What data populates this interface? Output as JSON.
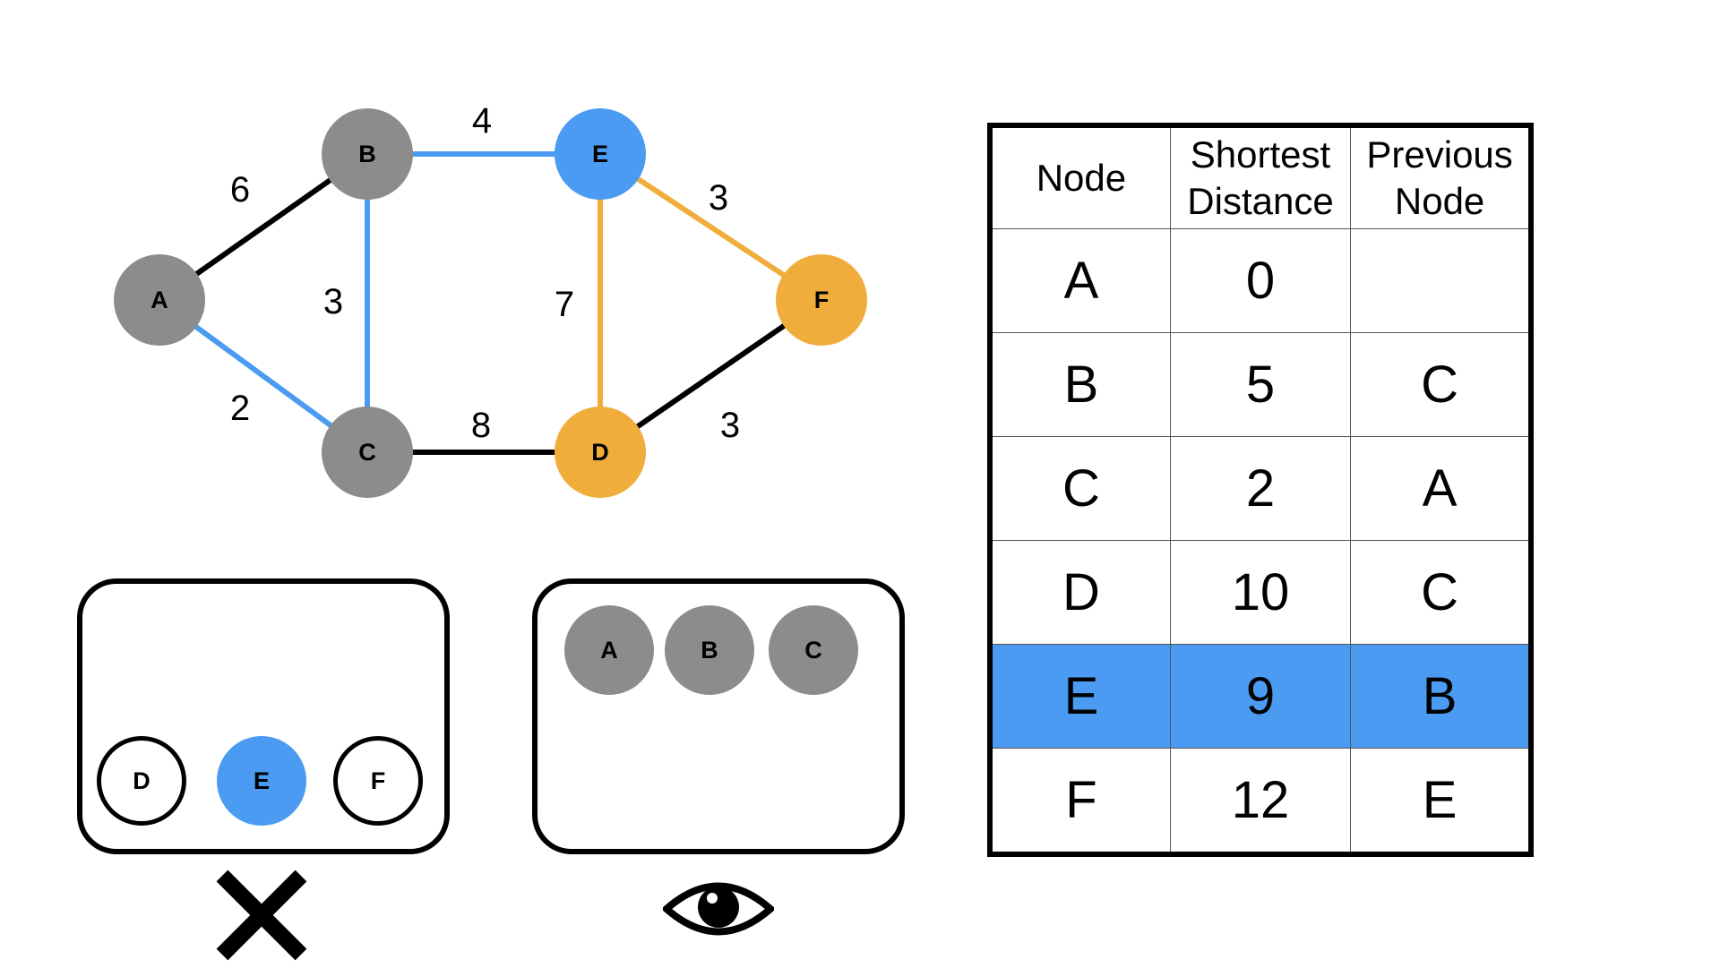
{
  "colors": {
    "visited": "#8c8c8c",
    "current": "#4a9bf1",
    "neighbor": "#f0ad3c",
    "unvisited": "#8c8c8c",
    "edge_default": "#000000",
    "edge_shortest_path": "#4a9bf1",
    "edge_current": "#f0ad3c"
  },
  "graph": {
    "nodes": [
      {
        "id": "A",
        "label": "A",
        "status": "visited"
      },
      {
        "id": "B",
        "label": "B",
        "status": "visited"
      },
      {
        "id": "C",
        "label": "C",
        "status": "visited"
      },
      {
        "id": "D",
        "label": "D",
        "status": "neighbor"
      },
      {
        "id": "E",
        "label": "E",
        "status": "current"
      },
      {
        "id": "F",
        "label": "F",
        "status": "neighbor"
      }
    ],
    "edges": [
      {
        "from": "A",
        "to": "B",
        "weight": "6",
        "status": "default"
      },
      {
        "from": "A",
        "to": "C",
        "weight": "2",
        "status": "shortest_path"
      },
      {
        "from": "B",
        "to": "C",
        "weight": "3",
        "status": "shortest_path"
      },
      {
        "from": "B",
        "to": "E",
        "weight": "4",
        "status": "shortest_path"
      },
      {
        "from": "C",
        "to": "D",
        "weight": "8",
        "status": "default"
      },
      {
        "from": "E",
        "to": "D",
        "weight": "7",
        "status": "current"
      },
      {
        "from": "E",
        "to": "F",
        "weight": "3",
        "status": "current"
      },
      {
        "from": "D",
        "to": "F",
        "weight": "3",
        "status": "default"
      }
    ]
  },
  "unvisited_set": {
    "icon": "close-icon",
    "items": [
      {
        "label": "D",
        "style": "outline"
      },
      {
        "label": "E",
        "style": "current"
      },
      {
        "label": "F",
        "style": "outline"
      }
    ]
  },
  "visited_set": {
    "icon": "eye-icon",
    "items": [
      {
        "label": "A"
      },
      {
        "label": "B"
      },
      {
        "label": "C"
      }
    ]
  },
  "table": {
    "headers": {
      "node": "Node",
      "distance_line1": "Shortest",
      "distance_line2": "Distance",
      "previous_line1": "Previous",
      "previous_line2": "Node"
    },
    "rows": [
      {
        "node": "A",
        "distance": "0",
        "previous": "",
        "highlight": false
      },
      {
        "node": "B",
        "distance": "5",
        "previous": "C",
        "highlight": false
      },
      {
        "node": "C",
        "distance": "2",
        "previous": "A",
        "highlight": false
      },
      {
        "node": "D",
        "distance": "10",
        "previous": "C",
        "highlight": false
      },
      {
        "node": "E",
        "distance": "9",
        "previous": "B",
        "highlight": true
      },
      {
        "node": "F",
        "distance": "12",
        "previous": "E",
        "highlight": false
      }
    ]
  }
}
